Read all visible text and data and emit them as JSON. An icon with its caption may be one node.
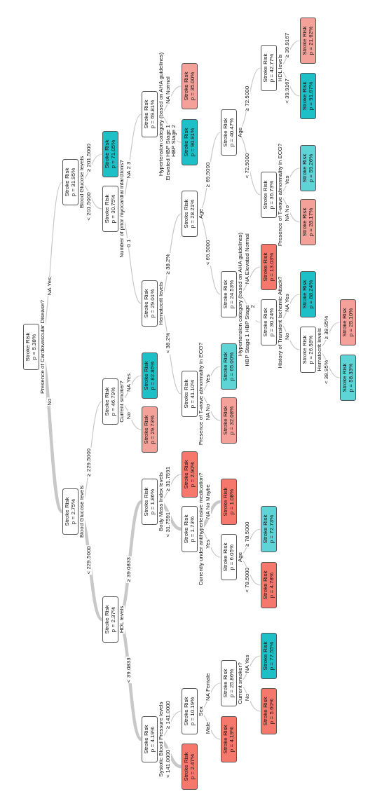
{
  "diagram": {
    "nodes": [
      {
        "text": [
          "Stroke Risk",
          "p = 5.38%"
        ],
        "beside": [
          "Presence of Cardiovascular Disease?"
        ]
      },
      {
        "text": [
          "Stroke Risk",
          "p = 31.95%"
        ],
        "beside": [
          "Blood Glucose levels"
        ]
      },
      {
        "text": [
          "Stroke Risk",
          "p = 71.05%"
        ]
      },
      {
        "text": [
          "Stroke Risk",
          "p = 30.75%"
        ],
        "beside": [
          "Number of prior myocardial infarctions?"
        ]
      },
      {
        "text": [
          "Stroke Risk",
          "p = 69.81%"
        ],
        "beside": [
          "Hypertension category (based on AHA guidelines)"
        ]
      },
      {
        "text": [
          "Stroke Risk",
          "p = 35.00%"
        ]
      },
      {
        "text": [
          "Stroke Risk",
          "p = 90.91%"
        ]
      },
      {
        "text": [
          "Stroke Risk",
          "p = 29.01%"
        ],
        "beside": [
          "Hematocrit levels"
        ]
      },
      {
        "text": [
          "Stroke Risk",
          "p = 28.21%"
        ],
        "beside": [
          "Age"
        ]
      },
      {
        "text": [
          "Stroke Risk",
          "p = 40.47%"
        ],
        "beside": [
          "Age"
        ]
      },
      {
        "text": [
          "Stroke Risk",
          "p = 42.77%"
        ],
        "beside": [
          "HDL levels"
        ]
      },
      {
        "text": [
          "Stroke Risk",
          "p = 21.62%"
        ]
      },
      {
        "text": [
          "Stroke Risk",
          "p = 91.67%"
        ]
      },
      {
        "text": [
          "Stroke Risk",
          "p = 36.73%"
        ],
        "beside": [
          "Presence of T-wave abnormality in ECG?"
        ]
      },
      {
        "text": [
          "Stroke Risk",
          "p = 59.26%"
        ]
      },
      {
        "text": [
          "Stroke Risk",
          "p = 28.17%"
        ]
      },
      {
        "text": [
          "Stroke Risk",
          "p = 24.53%"
        ],
        "beside": [
          "Hypertension category (based on AHA guidelines)"
        ]
      },
      {
        "text": [
          "Stroke Risk",
          "p = 13.03%"
        ]
      },
      {
        "text": [
          "Stroke Risk",
          "p = 30.24%"
        ],
        "beside": [
          "History of Transient Ischemic Attack?"
        ]
      },
      {
        "text": [
          "Stroke Risk",
          "p = 88.24%"
        ]
      },
      {
        "text": [
          "Stroke Risk",
          "p = 26.58%"
        ],
        "beside": [
          "Hematocrit levels"
        ]
      },
      {
        "text": [
          "Stroke Risk",
          "p = 25.10%"
        ]
      },
      {
        "text": [
          "Stroke Risk",
          "p = 58.33%"
        ]
      },
      {
        "text": [
          "Stroke Risk",
          "p = 41.10%"
        ],
        "beside": [
          "Presence of T-wave abnormality in ECG?"
        ]
      },
      {
        "text": [
          "Stroke Risk",
          "p = 65.00%"
        ]
      },
      {
        "text": [
          "Stroke Risk",
          "p = 32.08%"
        ]
      },
      {
        "text": [
          "Stroke Risk",
          "p = 2.75%"
        ],
        "beside": [
          "Blood Glucose levels"
        ]
      },
      {
        "text": [
          "Stroke Risk",
          "p = 46.79%"
        ],
        "beside": [
          "Current smoker?"
        ]
      },
      {
        "text": [
          "Stroke Risk",
          "p = 82.86%"
        ]
      },
      {
        "text": [
          "Stroke Risk",
          "p = 29.73%"
        ]
      },
      {
        "text": [
          "Stroke Risk",
          "p = 2.37%"
        ],
        "beside": [
          "HDL levels"
        ]
      },
      {
        "text": [
          "Stroke Risk",
          "p = 1.86%"
        ],
        "beside": [
          "Body Mass Index levels"
        ]
      },
      {
        "text": [
          "Stroke Risk",
          "p = 2.90%"
        ]
      },
      {
        "text": [
          "Stroke Risk",
          "p = 1.73%"
        ],
        "beside": [
          "Currently under antihypertensive medication?"
        ]
      },
      {
        "text": [
          "Stroke Risk",
          "p = 1.08%"
        ]
      },
      {
        "text": [
          "Stroke Risk",
          "p = 6.05%"
        ],
        "beside": [
          "Age"
        ]
      },
      {
        "text": [
          "Stroke Risk",
          "p = 72.73%"
        ]
      },
      {
        "text": [
          "Stroke Risk",
          "p = 4.78%"
        ]
      },
      {
        "text": [
          "Stroke Risk",
          "p = 4.19%"
        ],
        "beside": [
          "Systolic Blood Pressure levels"
        ]
      },
      {
        "text": [
          "Stroke Risk",
          "p = 10.19%"
        ],
        "beside": [
          "Sex"
        ]
      },
      {
        "text": [
          "Stroke Risk",
          "p = 25.86%"
        ],
        "beside": [
          "Current smoker?"
        ]
      },
      {
        "text": [
          "Stroke Risk",
          "p = 77.55%"
        ]
      },
      {
        "text": [
          "Stroke Risk",
          "p = 5.60%"
        ]
      },
      {
        "text": [
          "Stroke Risk",
          "p = 4.19%"
        ]
      },
      {
        "text": [
          "Stroke Risk",
          "p = 2.47%"
        ]
      }
    ],
    "edges": [
      {
        "from": 0,
        "to": 1,
        "arrow": "none",
        "label": "NA Yes"
      },
      {
        "from": 1,
        "to": 2,
        "arrow": "none",
        "label": "≥ 201.5000"
      },
      {
        "from": 1,
        "to": 3,
        "arrow": "none",
        "label": "< 201.5000"
      },
      {
        "from": 3,
        "to": 4,
        "arrow": "none",
        "label": "NA 2 3"
      },
      {
        "from": 4,
        "to": 5,
        "arrow": "none",
        "label": "NA Normal"
      },
      {
        "from": 4,
        "to": 6,
        "arrow": "none",
        "label": "Elevated HBP Stage 1 HBP Stage 2"
      },
      {
        "from": 3,
        "to": 7,
        "arrow": "none",
        "label": "0 1"
      },
      {
        "from": 7,
        "to": 8,
        "arrow": "none",
        "label": "≥ 38.2%"
      },
      {
        "from": 8,
        "to": 9,
        "arrow": "none",
        "label": "≥ 69.5000"
      },
      {
        "from": 9,
        "to": 10,
        "arrow": "none",
        "label": "≥ 72.5000"
      },
      {
        "from": 10,
        "to": 11,
        "arrow": "none",
        "label": "≥ 39.9167"
      },
      {
        "from": 10,
        "to": 12,
        "arrow": "none",
        "label": "< 39.9167"
      },
      {
        "from": 9,
        "to": 13,
        "arrow": "none",
        "label": "< 72.5000"
      },
      {
        "from": 13,
        "to": 14,
        "arrow": "none",
        "label": "Yes"
      },
      {
        "from": 13,
        "to": 15,
        "arrow": "none",
        "label": "NA No"
      },
      {
        "from": 8,
        "to": 16,
        "arrow": "none",
        "label": "< 69.5000"
      },
      {
        "from": 16,
        "to": 17,
        "arrow": "none",
        "label": "NA Elevated Normal"
      },
      {
        "from": 16,
        "to": 18,
        "arrow": "none",
        "label": "HBP Stage 1 HBP Stage 2"
      },
      {
        "from": 18,
        "to": 19,
        "arrow": "none",
        "label": "NA Yes"
      },
      {
        "from": 18,
        "to": 20,
        "arrow": "none",
        "label": "No"
      },
      {
        "from": 20,
        "to": 21,
        "arrow": "none",
        "label": "≥ 38.95%"
      },
      {
        "from": 20,
        "to": 22,
        "arrow": "none",
        "label": "< 38.95%"
      },
      {
        "from": 7,
        "to": 23,
        "arrow": "none",
        "label": "< 38.2%"
      },
      {
        "from": 23,
        "to": 24,
        "arrow": "none",
        "label": "Yes"
      },
      {
        "from": 23,
        "to": 25,
        "arrow": "none",
        "label": "NA No"
      },
      {
        "from": 0,
        "to": 26,
        "arrow": "none",
        "label": "No",
        "style": "thick"
      },
      {
        "from": 26,
        "to": 27,
        "arrow": "none",
        "label": "≥ 229.5000"
      },
      {
        "from": 27,
        "to": 28,
        "arrow": "none",
        "label": "NA Yes"
      },
      {
        "from": 27,
        "to": 29,
        "arrow": "none",
        "label": "No"
      },
      {
        "from": 26,
        "to": 30,
        "arrow": "none",
        "label": "< 229.5000",
        "style": "thick"
      },
      {
        "from": 30,
        "to": 31,
        "arrow": "none",
        "label": "≥ 39.0833",
        "style": "thick"
      },
      {
        "from": 31,
        "to": 32,
        "arrow": "none",
        "label": "≥ 31.7591"
      },
      {
        "from": 31,
        "to": 33,
        "arrow": "none",
        "label": "< 31.7591",
        "style": "thick"
      },
      {
        "from": 33,
        "to": 34,
        "arrow": "none",
        "label": "NA No Maybe",
        "style": "thick"
      },
      {
        "from": 33,
        "to": 35,
        "arrow": "none",
        "label": "Yes"
      },
      {
        "from": 35,
        "to": 36,
        "arrow": "none",
        "label": "≥ 78.5000"
      },
      {
        "from": 35,
        "to": 37,
        "arrow": "none",
        "label": "< 78.5000"
      },
      {
        "from": 30,
        "to": 38,
        "arrow": "none",
        "label": "< 39.0833",
        "style": "thick"
      },
      {
        "from": 38,
        "to": 39,
        "arrow": "none",
        "label": "≥ 141.0000"
      },
      {
        "from": 39,
        "to": 40,
        "arrow": "none",
        "label": "NA Female"
      },
      {
        "from": 40,
        "to": 41,
        "arrow": "none",
        "label": "NA Yes"
      },
      {
        "from": 40,
        "to": 42,
        "arrow": "none",
        "label": "No"
      },
      {
        "from": 39,
        "to": 43,
        "arrow": "none",
        "label": "Male"
      },
      {
        "from": 38,
        "to": 44,
        "arrow": "none",
        "label": "< 141.0000",
        "style": "thick"
      }
    ]
  }
}
